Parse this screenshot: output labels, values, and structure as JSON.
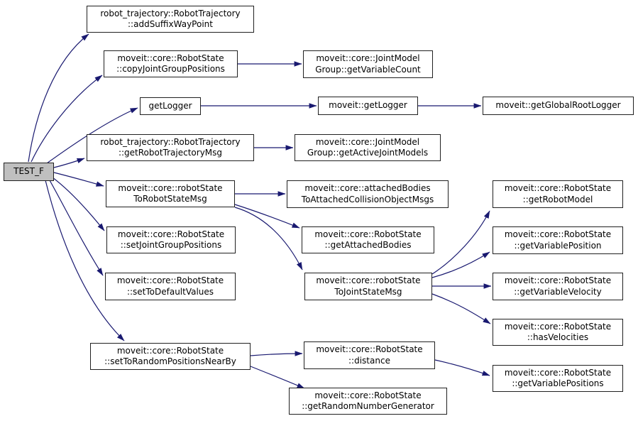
{
  "graph": {
    "kind": "doxygen-call-graph",
    "root_function": "TEST_F",
    "colors": {
      "edge": "#191970",
      "node_border": "#202020",
      "node_fill": "#ffffff",
      "root_fill": "#bfbfbf",
      "background": "#ffffff"
    },
    "nodes": [
      {
        "id": "test-f",
        "label": "TEST_F"
      },
      {
        "id": "add-suffix-way-point",
        "label": "robot_trajectory::RobotTrajectory\n::addSuffixWayPoint"
      },
      {
        "id": "copy-joint-group-positions",
        "label": "moveit::core::RobotState\n::copyJointGroupPositions"
      },
      {
        "id": "get-variable-count",
        "label": "moveit::core::JointModel\nGroup::getVariableCount"
      },
      {
        "id": "get-logger",
        "label": "getLogger"
      },
      {
        "id": "moveit-get-logger",
        "label": "moveit::getLogger"
      },
      {
        "id": "get-global-root-logger",
        "label": "moveit::getGlobalRootLogger"
      },
      {
        "id": "get-robot-trajectory-msg",
        "label": "robot_trajectory::RobotTrajectory\n::getRobotTrajectoryMsg"
      },
      {
        "id": "get-active-joint-models",
        "label": "moveit::core::JointModel\nGroup::getActiveJointModels"
      },
      {
        "id": "robot-state-to-robot-state-msg",
        "label": "moveit::core::robotState\nToRobotStateMsg"
      },
      {
        "id": "attached-bodies-to-attached-collision-object-msgs",
        "label": "moveit::core::attachedBodies\nToAttachedCollisionObjectMsgs"
      },
      {
        "id": "get-robot-model",
        "label": "moveit::core::RobotState\n::getRobotModel"
      },
      {
        "id": "set-joint-group-positions",
        "label": "moveit::core::RobotState\n::setJointGroupPositions"
      },
      {
        "id": "get-attached-bodies",
        "label": "moveit::core::RobotState\n::getAttachedBodies"
      },
      {
        "id": "get-variable-position",
        "label": "moveit::core::RobotState\n::getVariablePosition"
      },
      {
        "id": "set-to-default-values",
        "label": "moveit::core::RobotState\n::setToDefaultValues"
      },
      {
        "id": "robot-state-to-joint-state-msg",
        "label": "moveit::core::robotState\nToJointStateMsg"
      },
      {
        "id": "get-variable-velocity",
        "label": "moveit::core::RobotState\n::getVariableVelocity"
      },
      {
        "id": "has-velocities",
        "label": "moveit::core::RobotState\n::hasVelocities"
      },
      {
        "id": "set-to-random-positions-near-by",
        "label": "moveit::core::RobotState\n::setToRandomPositionsNearBy"
      },
      {
        "id": "distance",
        "label": "moveit::core::RobotState\n::distance"
      },
      {
        "id": "get-variable-positions",
        "label": "moveit::core::RobotState\n::getVariablePositions"
      },
      {
        "id": "get-random-number-generator",
        "label": "moveit::core::RobotState\n::getRandomNumberGenerator"
      }
    ],
    "edges": [
      {
        "from": "test-f",
        "to": "add-suffix-way-point"
      },
      {
        "from": "test-f",
        "to": "copy-joint-group-positions"
      },
      {
        "from": "test-f",
        "to": "get-logger"
      },
      {
        "from": "test-f",
        "to": "get-robot-trajectory-msg"
      },
      {
        "from": "test-f",
        "to": "robot-state-to-robot-state-msg"
      },
      {
        "from": "test-f",
        "to": "set-joint-group-positions"
      },
      {
        "from": "test-f",
        "to": "set-to-default-values"
      },
      {
        "from": "test-f",
        "to": "set-to-random-positions-near-by"
      },
      {
        "from": "copy-joint-group-positions",
        "to": "get-variable-count"
      },
      {
        "from": "get-logger",
        "to": "moveit-get-logger"
      },
      {
        "from": "moveit-get-logger",
        "to": "get-global-root-logger"
      },
      {
        "from": "get-robot-trajectory-msg",
        "to": "get-active-joint-models"
      },
      {
        "from": "robot-state-to-robot-state-msg",
        "to": "attached-bodies-to-attached-collision-object-msgs"
      },
      {
        "from": "robot-state-to-robot-state-msg",
        "to": "get-attached-bodies"
      },
      {
        "from": "robot-state-to-robot-state-msg",
        "to": "robot-state-to-joint-state-msg"
      },
      {
        "from": "robot-state-to-joint-state-msg",
        "to": "get-robot-model"
      },
      {
        "from": "robot-state-to-joint-state-msg",
        "to": "get-variable-position"
      },
      {
        "from": "robot-state-to-joint-state-msg",
        "to": "get-variable-velocity"
      },
      {
        "from": "robot-state-to-joint-state-msg",
        "to": "has-velocities"
      },
      {
        "from": "set-to-random-positions-near-by",
        "to": "distance"
      },
      {
        "from": "set-to-random-positions-near-by",
        "to": "get-random-number-generator"
      },
      {
        "from": "distance",
        "to": "get-variable-positions"
      }
    ]
  }
}
